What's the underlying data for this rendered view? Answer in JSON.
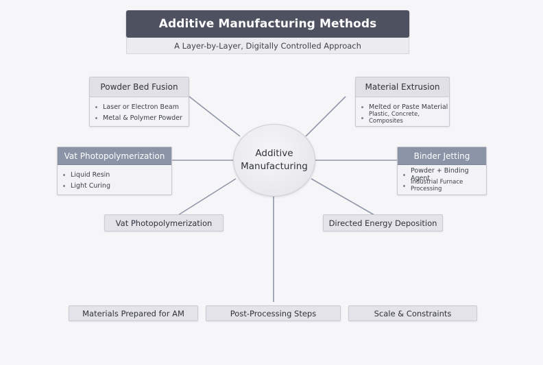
{
  "header": {
    "title": "Additive Manufacturing Methods",
    "subtitle": "A Layer-by-Layer, Digitally Controlled Approach"
  },
  "hub": {
    "line1": "Additive",
    "line2": "Manufacturing"
  },
  "cards": {
    "powder_bed_fusion": {
      "title": "Powder Bed Fusion",
      "items": [
        "Laser or Electron Beam",
        "Metal & Polymer Powder"
      ]
    },
    "material_extrusion": {
      "title": "Material Extrusion",
      "items": [
        "Melted or Paste Material",
        "Plastic, Concrete, Composites"
      ]
    },
    "vat_photopolymerization": {
      "title": "Vat Photopolymerization",
      "items": [
        "Liquid Resin",
        "Light Curing"
      ]
    },
    "binder_jetting": {
      "title": "Binder Jetting",
      "items": [
        "Powder + Binding Agent",
        "Industrial Furnace Processing"
      ]
    }
  },
  "pills": {
    "vat_photopolymerization": "Vat Photopolymerization",
    "directed_energy_deposition": "Directed Energy Deposition",
    "materials_prepared": "Materials Prepared for AM",
    "post_processing": "Post-Processing Steps",
    "scale_constraints": "Scale & Constraints"
  },
  "colors": {
    "title_bar": "#4d5160",
    "accent_header": "#8a94a6",
    "connector": "#8f96a6",
    "background": "#f6f5f8"
  }
}
